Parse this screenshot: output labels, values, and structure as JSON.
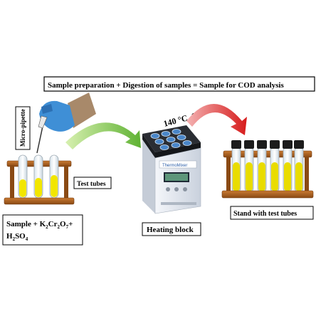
{
  "diagram": {
    "title": "Sample preparation + Digestion of samples =  Sample for COD analysis",
    "micropipette_label": "Micro-pipette",
    "test_tubes_label": "Test tubes",
    "sample_label_line1": "Sample + K",
    "sample_label_sub1": "2",
    "sample_label_mid": "Cr",
    "sample_label_sub2": "2",
    "sample_label_o": "O",
    "sample_label_sub3": "7",
    "sample_label_plus": "+",
    "sample_label_line2": "H",
    "sample_label_sub4": "2",
    "sample_label_so": "SO",
    "sample_label_sub5": "4",
    "heating_condition": "140 °C, 1h",
    "heating_block_label": "Heating block",
    "stand_label": "Stand with test tubes",
    "device_brand": "ThermoMixer",
    "colors": {
      "wood": "#b5651d",
      "wood_dark": "#7a3e10",
      "liquid_yellow": "#f2e600",
      "green_arrow": "#7cc242",
      "red_arrow": "#d62020",
      "device_body": "#e6ebf2",
      "well_blue": "#4a86c8"
    }
  }
}
